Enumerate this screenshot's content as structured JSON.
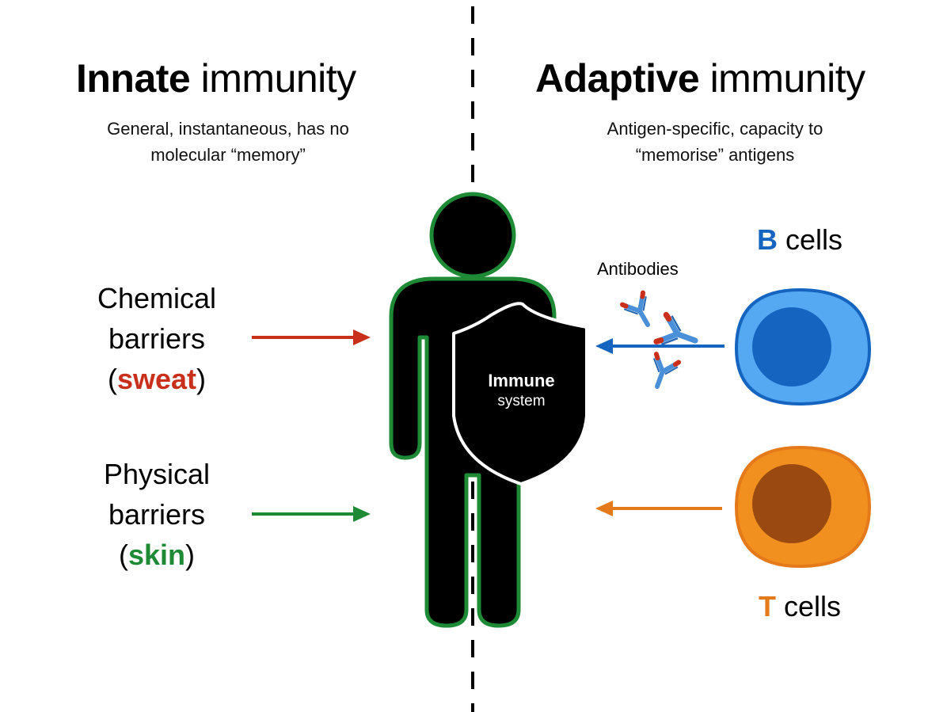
{
  "innate": {
    "title_bold": "Innate",
    "title_rest": "immunity",
    "subtitle_line1": "General, instantaneous, has no",
    "subtitle_line2": "molecular “memory”"
  },
  "adaptive": {
    "title_bold": "Adaptive",
    "title_rest": "immunity",
    "subtitle_line1": "Antigen-specific, capacity to",
    "subtitle_line2": "“memorise” antigens"
  },
  "chemical_barrier": {
    "line1": "Chemical",
    "line2": "barriers",
    "paren_open": "(",
    "keyword": "sweat",
    "paren_close": ")"
  },
  "physical_barrier": {
    "line1": "Physical",
    "line2": "barriers",
    "paren_open": "(",
    "keyword": "skin",
    "paren_close": ")"
  },
  "shield": {
    "line1": "Immune",
    "line2": "system"
  },
  "antibodies_label": "Antibodies",
  "b_cells": {
    "letter": "B",
    "rest": "cells"
  },
  "t_cells": {
    "letter": "T",
    "rest": "cells"
  },
  "colors": {
    "chemical": "#c9301c",
    "physical": "#1e8a35",
    "b_cell": "#1565c0",
    "b_cell_outer": "#55a8f2",
    "b_cell_nucleus": "#1565c0",
    "t_cell": "#e57a1b",
    "t_cell_outer": "#f1901f",
    "t_cell_nucleus": "#9a4a10",
    "person_outline": "#1e8a35"
  }
}
